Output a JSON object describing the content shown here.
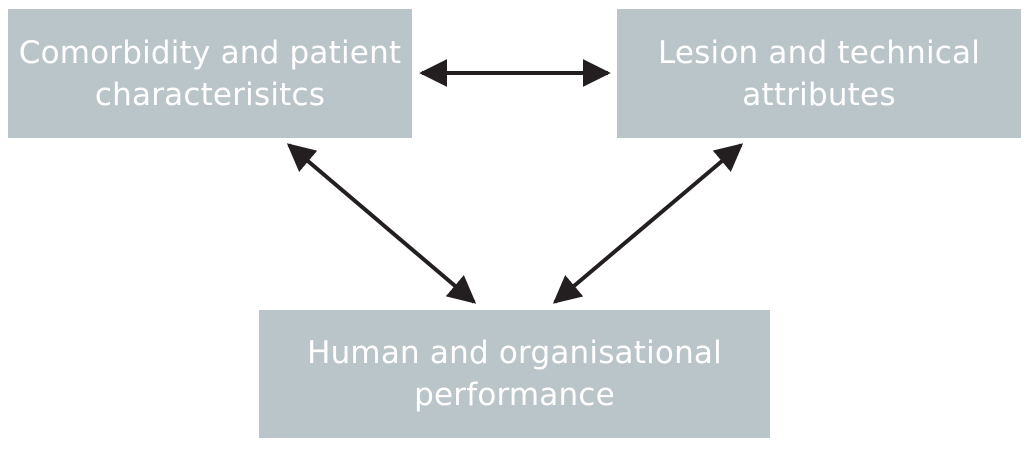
{
  "nodes": {
    "comorbidity": {
      "label": "Comorbidity and patient\ncharacterisitcs"
    },
    "lesion": {
      "label": "Lesion and technical\nattributes"
    },
    "human": {
      "label": "Human and organisational\nperformance"
    }
  },
  "edges": [
    {
      "from": "comorbidity",
      "to": "lesion",
      "bidirectional": true
    },
    {
      "from": "comorbidity",
      "to": "human",
      "bidirectional": true
    },
    {
      "from": "lesion",
      "to": "human",
      "bidirectional": true
    }
  ],
  "colors": {
    "box_fill": "#bac5c9",
    "box_text": "#ffffff",
    "arrow": "#231f20"
  }
}
